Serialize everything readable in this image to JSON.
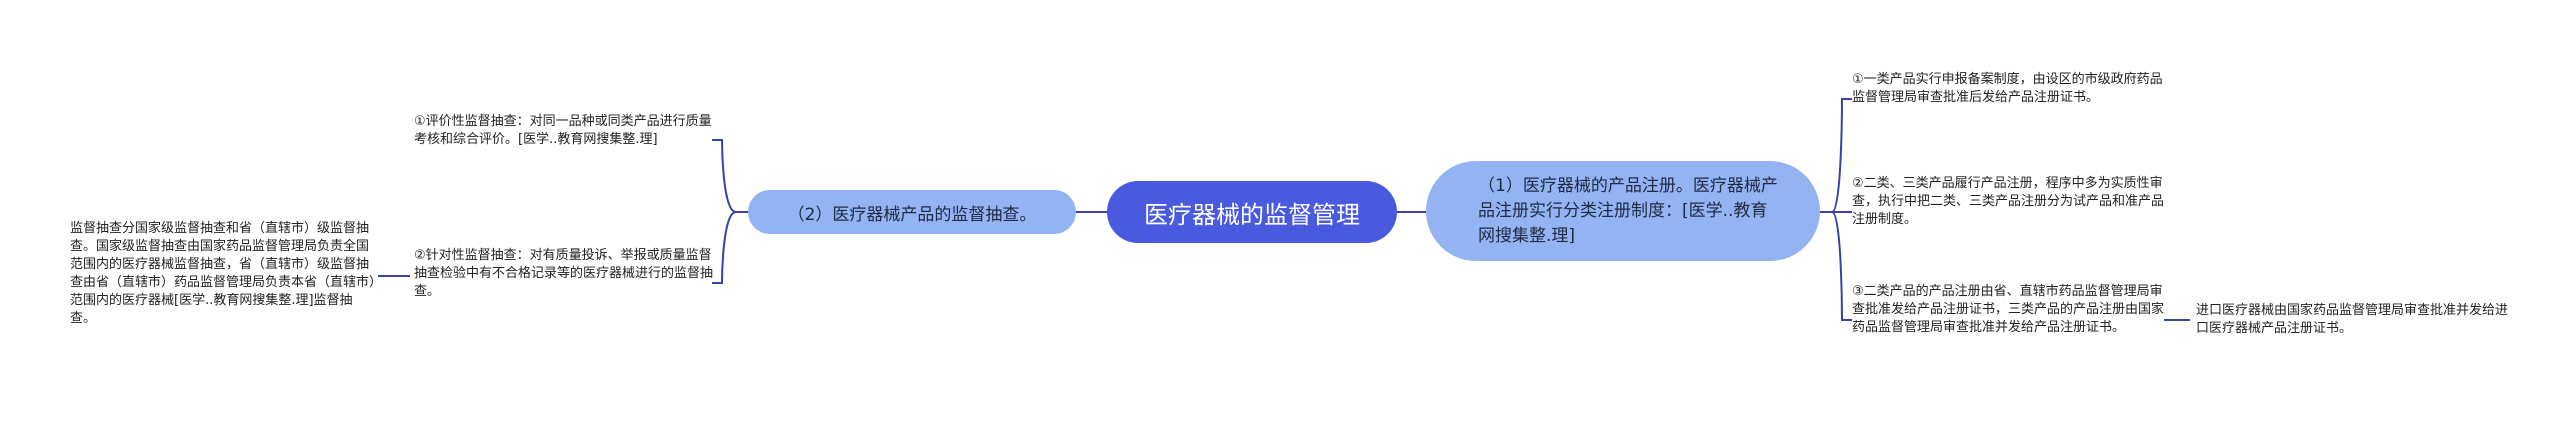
{
  "root": {
    "label": "医疗器械的监督管理"
  },
  "left_branch": {
    "label": "（2）医疗器械产品的监督抽查。",
    "children": [
      {
        "text": "①评价性监督抽查：对同一品种或同类产品进行质量考核和综合评价。[医学..教育网搜集整.理]"
      },
      {
        "text": "②针对性监督抽查：对有质量投诉、举报或质量监督抽查检验中有不合格记录等的医疗器械进行的监督抽查。"
      }
    ],
    "grandchild": {
      "text": "监督抽查分国家级监督抽查和省（直辖市）级监督抽查。国家级监督抽查由国家药品监督管理局负责全国范围内的医疗器械监督抽查，省（直辖市）级监督抽查由省（直辖市）药品监督管理局负责本省（直辖市）范围内的医疗器械[医学..教育网搜集整.理]监督抽查。"
    }
  },
  "right_branch": {
    "label": "（1）医疗器械的产品注册。医疗器械产品注册实行分类注册制度：[医学..教育网搜集整.理]",
    "children": [
      {
        "text": "①一类产品实行申报备案制度，由设区的市级政府药品监督管理局审查批准后发给产品注册证书。"
      },
      {
        "text": "②二类、三类产品履行产品注册，程序中多为实质性审查，执行中把二类、三类产品注册分为试产品和准产品注册制度。"
      },
      {
        "text": "③二类产品的产品注册由省、直辖市药品监督管理局审查批准发给产品注册证书，三类产品的产品注册由国家药品监督管理局审查批准并发给产品注册证书。"
      }
    ],
    "grandchild": {
      "text": "进口医疗器械由国家药品监督管理局审查批准并发给进口医疗器械产品注册证书。"
    }
  },
  "colors": {
    "root_fill": "#4a5adf",
    "branch_fill": "#93b3f2",
    "connector": "#3b3fa8"
  }
}
